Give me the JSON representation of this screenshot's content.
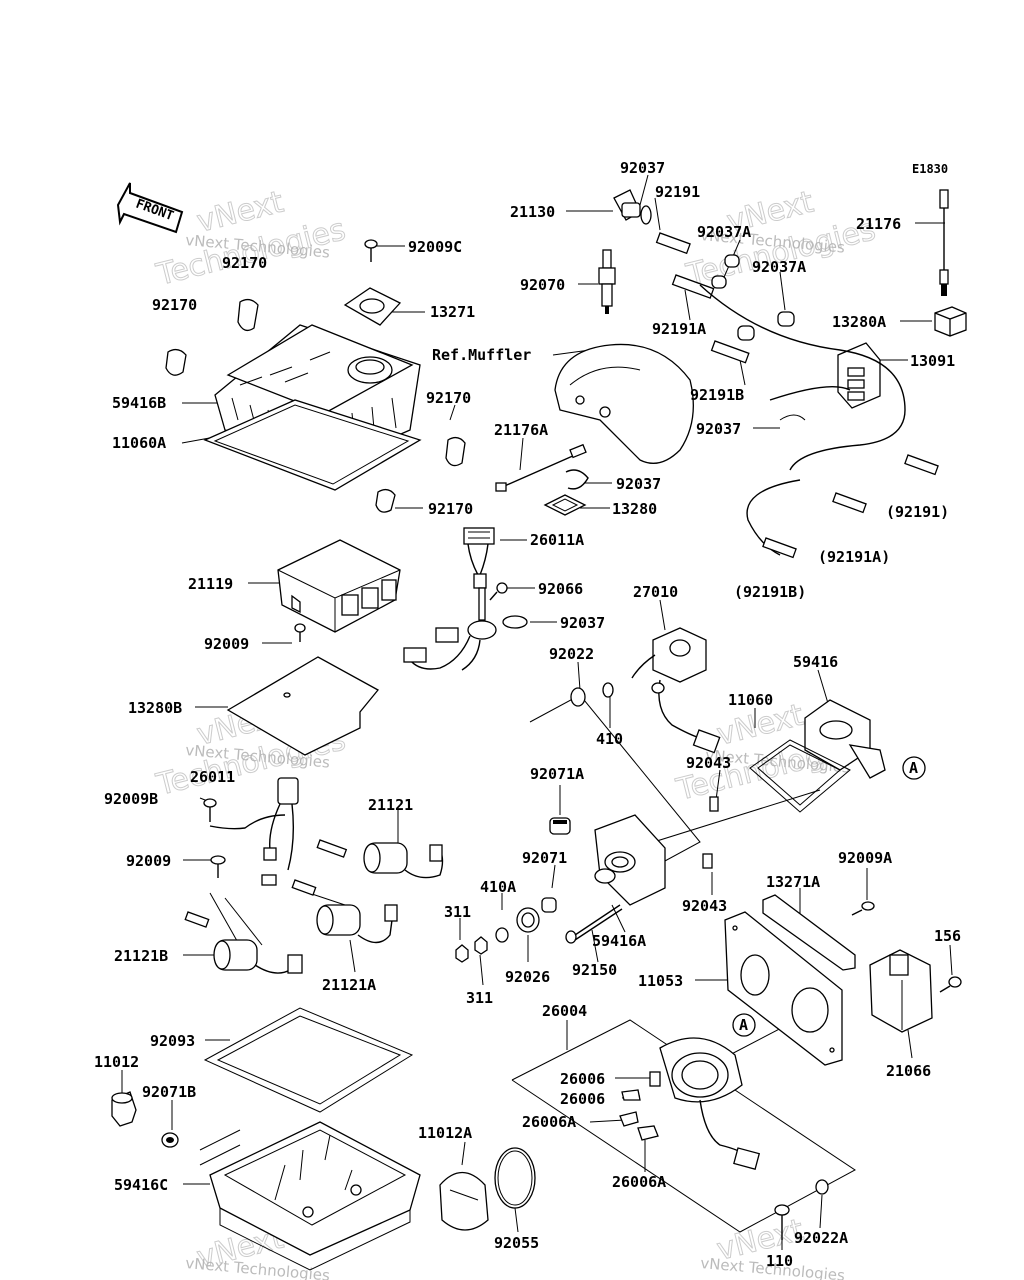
{
  "figure_code": "E1830",
  "front_label": "FRONT",
  "watermark": {
    "company_line1": "vNext Technologies",
    "big_text1": "vNext",
    "big_text2": "Technologies"
  },
  "labels": {
    "p21130": "21130",
    "p92037_top": "92037",
    "p92191": "92191",
    "p92037A_a": "92037A",
    "p92037A_b": "92037A",
    "p21176": "21176",
    "p92070": "92070",
    "p92191A": "92191A",
    "p13280A": "13280A",
    "p13091": "13091",
    "p92191B": "92191B",
    "p92037_mid": "92037",
    "p92191_paren": "(92191)",
    "p92191A_paren": "(92191A)",
    "p92191B_paren": "(92191B)",
    "p92009C": "92009C",
    "p92170_a": "92170",
    "p92170_b": "92170",
    "p13271": "13271",
    "ref_muffler": "Ref.Muffler",
    "p59416B": "59416B",
    "p92170_c": "92170",
    "p11060A": "11060A",
    "p21176A": "21176A",
    "p92037_low": "92037",
    "p92170_d": "92170",
    "p13280": "13280",
    "p26011A": "26011A",
    "p21119": "21119",
    "p92066": "92066",
    "p27010": "27010",
    "p92037_bot": "92037",
    "p92009": "92009",
    "p92022": "92022",
    "p59416": "59416",
    "p13280B": "13280B",
    "p410": "410",
    "p11060": "11060",
    "p92043_a": "92043",
    "p26011": "26011",
    "p92009B": "92009B",
    "p92071A": "92071A",
    "p21121": "21121",
    "p92009_b": "92009",
    "p92071": "92071",
    "p92009A": "92009A",
    "p410A": "410A",
    "p13271A": "13271A",
    "p92043_b": "92043",
    "p311_a": "311",
    "p156": "156",
    "p59416A": "59416A",
    "p21121B": "21121B",
    "p92026": "92026",
    "p92150": "92150",
    "p11053": "11053",
    "p21121A": "21121A",
    "p311_b": "311",
    "p26004": "26004",
    "p92093": "92093",
    "p21066": "21066",
    "p11012": "11012",
    "p26006_a": "26006",
    "p92071B": "92071B",
    "p26006_b": "26006",
    "p26006A_a": "26006A",
    "p11012A": "11012A",
    "p59416C": "59416C",
    "p26006A_b": "26006A",
    "p92055": "92055",
    "p92022A": "92022A",
    "p110": "110"
  },
  "callouts": {
    "a1": "A",
    "a2": "A"
  }
}
